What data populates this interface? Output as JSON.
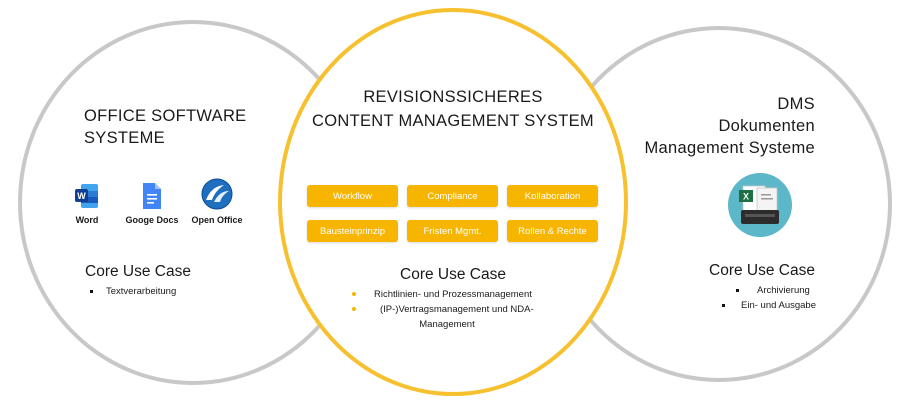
{
  "left": {
    "title_line1": "OFFICE SOFTWARE",
    "title_line2": "SYSTEME",
    "apps": [
      {
        "label": "Word",
        "icon": "word-icon"
      },
      {
        "label": "Googe Docs",
        "icon": "google-docs-icon"
      },
      {
        "label": "Open Office",
        "icon": "open-office-icon"
      }
    ],
    "core_use_case": "Core Use Case",
    "bullets": [
      "Textverarbeitung"
    ]
  },
  "middle": {
    "title_line1": "REVISIONSSICHERES",
    "title_line2": "CONTENT MANAGEMENT SYSTEM",
    "tags": [
      "Workflow",
      "Compliance",
      "Kollaboration",
      "Bausteinprinzip",
      "Fristen Mgmt.",
      "Rollen & Rechte"
    ],
    "core_use_case": "Core Use Case",
    "bullets": [
      "Richtlinien- und Prozessmanagement",
      "(IP-)Vertragsmanagement und NDA-",
      "Management"
    ]
  },
  "right": {
    "title_line1": "DMS",
    "title_line2": "Dokumenten",
    "title_line3": "Management Systeme",
    "icon": "document-scanner-icon",
    "core_use_case": "Core Use Case",
    "bullets": [
      "Archivierung",
      "Ein- und Ausgabe"
    ]
  },
  "colors": {
    "accent": "#f7b500",
    "ring_gray": "#c8c8c8",
    "ring_yellow": "#f6c02e",
    "icon_bg": "#5cb8c8"
  }
}
